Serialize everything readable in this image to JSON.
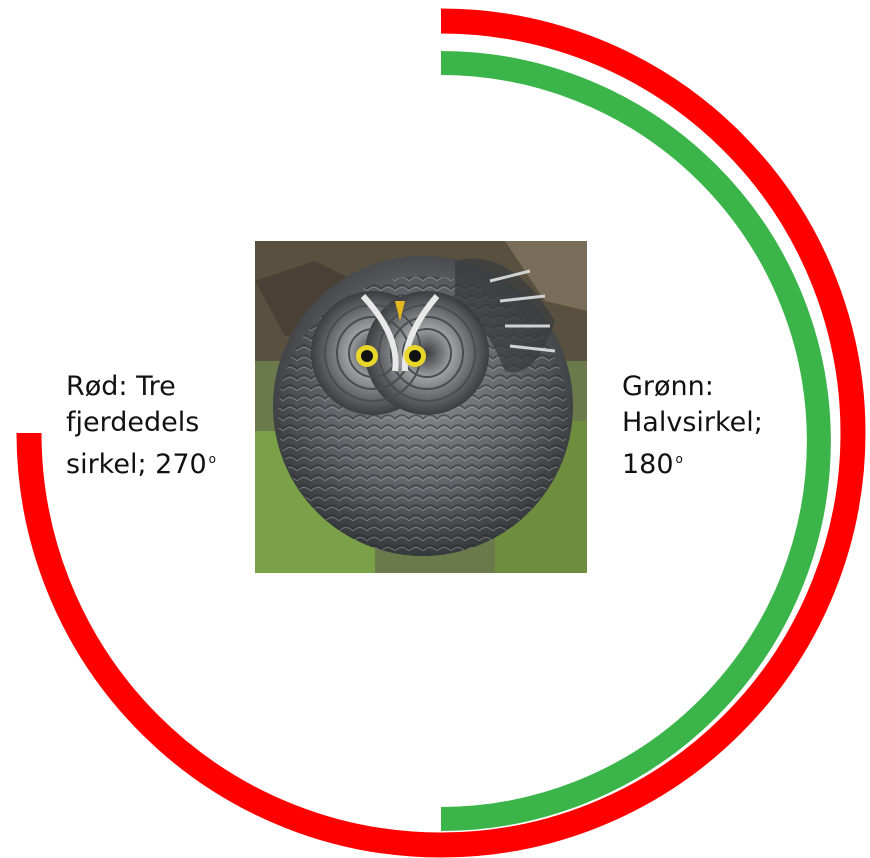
{
  "arcs": {
    "red": {
      "color": "#FF0000",
      "degrees": 270
    },
    "green": {
      "color": "#3BB54A",
      "degrees": 180
    }
  },
  "image": {
    "subject": "great-grey-owl"
  },
  "labels": {
    "red": {
      "line1": "Rød: Tre",
      "line2": "fjerdedels",
      "line3": "sirkel; 270",
      "degree_symbol": "o"
    },
    "green": {
      "line1": "Grønn:",
      "line2": "Halvsirkel;",
      "line3": "180",
      "degree_symbol": "o"
    }
  }
}
